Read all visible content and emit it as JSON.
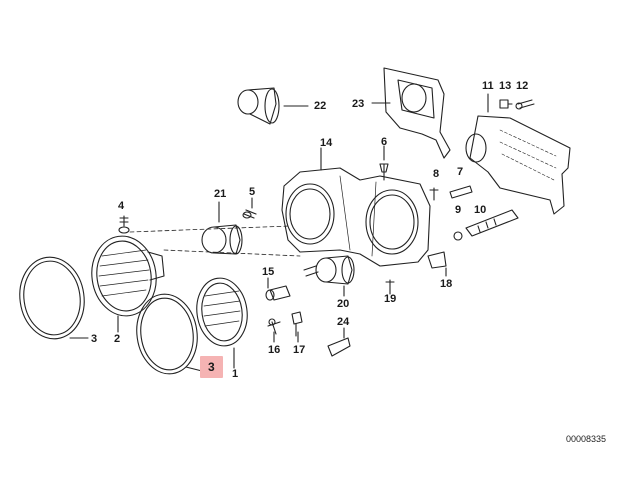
{
  "diagram": {
    "labels": {
      "p1": "1",
      "p2": "2",
      "p3a": "3",
      "p3b": "3",
      "p4": "4",
      "p5": "5",
      "p6": "6",
      "p7": "7",
      "p8": "8",
      "p9": "9",
      "p10": "10",
      "p11": "11",
      "p12": "12",
      "p13": "13",
      "p14": "14",
      "p15": "15",
      "p16": "16",
      "p17": "17",
      "p18": "18",
      "p19": "19",
      "p20": "20",
      "p21": "21",
      "p22": "22",
      "p23": "23",
      "p24": "24"
    },
    "highlighted_label": "p3b",
    "highlight_color": "#f5b3b3",
    "document_number": "00008335"
  }
}
